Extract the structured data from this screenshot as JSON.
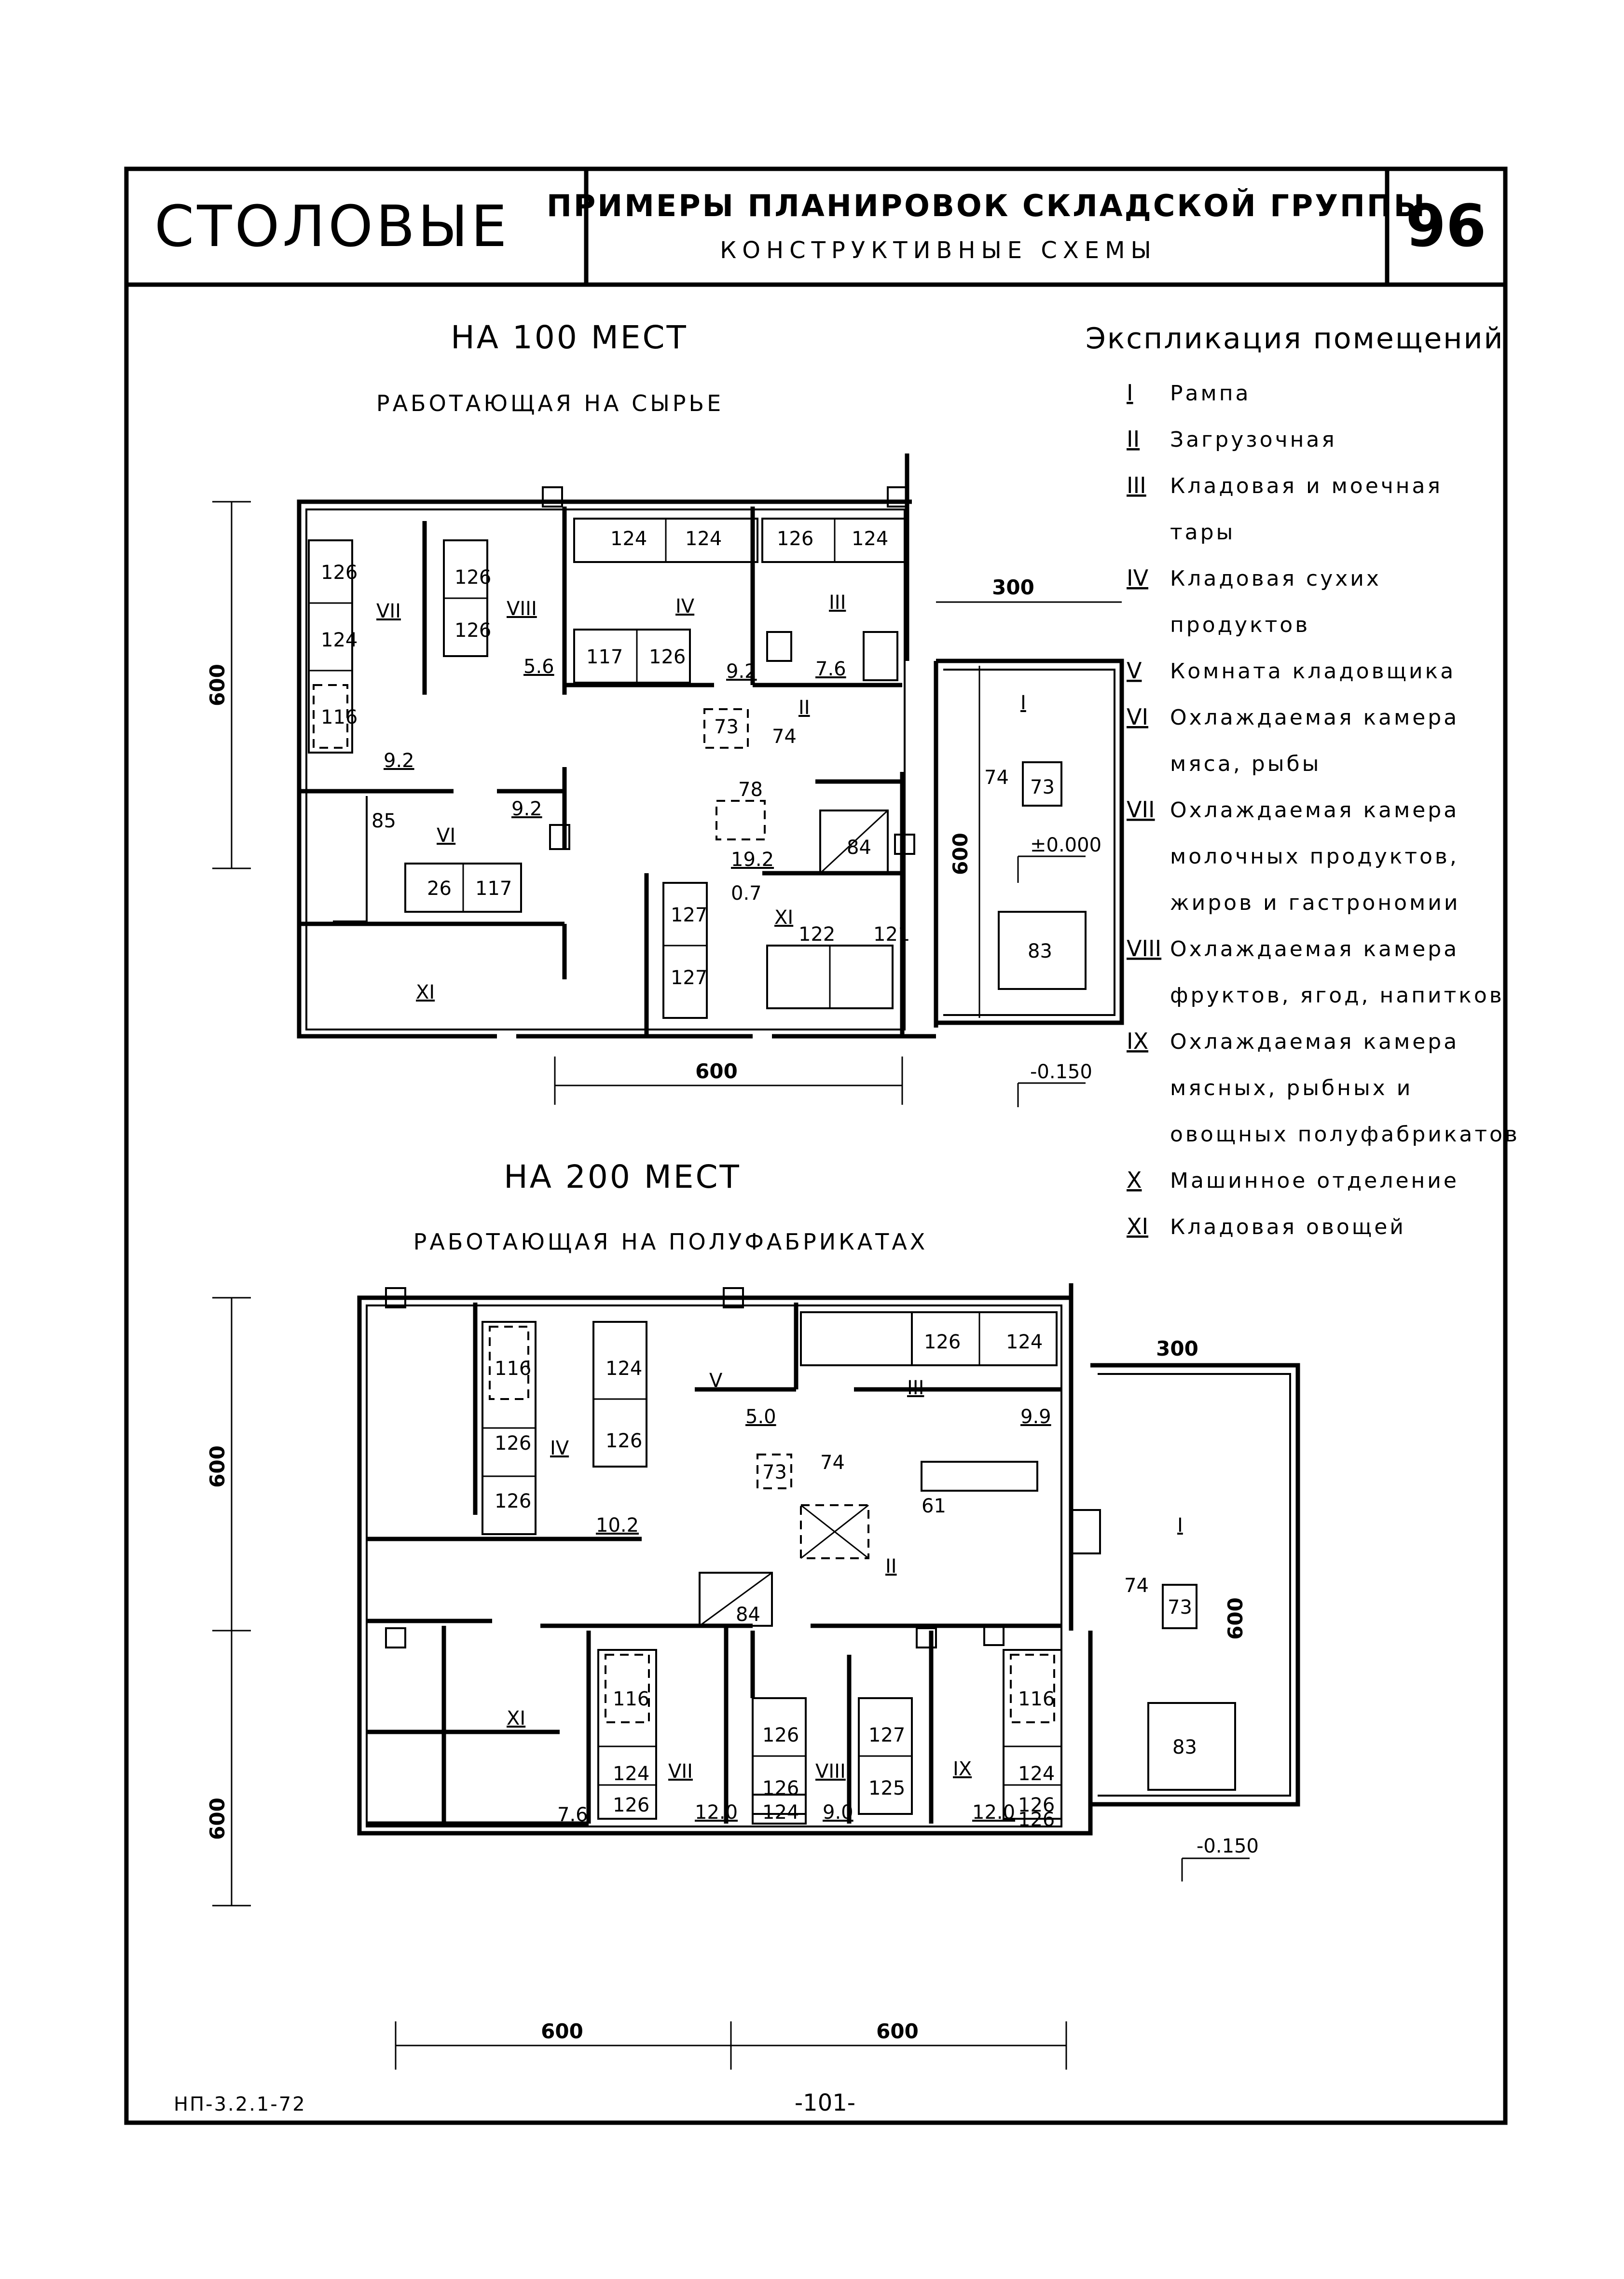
{
  "header": {
    "series": "СТОЛОВЫЕ",
    "title": "ПРИМЕРЫ ПЛАНИРОВОК СКЛАДСКОЙ ГРУППЫ",
    "subtitle": "КОНСТРУКТИВНЫЕ СХЕМЫ",
    "sheet_number": "96"
  },
  "plan1": {
    "title": "НА 100 МЕСТ",
    "subtitle": "РАБОТАЮЩАЯ НА СЫРЬЕ",
    "dims": {
      "height": "600",
      "width": "600",
      "ramp_depth": "300",
      "ramp_height": "600"
    },
    "levels": {
      "floor": "±0.000",
      "ramp": "-0.150"
    },
    "areas": [
      "9.2",
      "5.6",
      "9.2",
      "7.6",
      "9.2",
      "19.2",
      "0.7"
    ],
    "equipment": [
      "126",
      "124",
      "116",
      "126",
      "126",
      "124",
      "124",
      "126",
      "124",
      "117",
      "126",
      "73",
      "74",
      "78",
      "84",
      "85",
      "26",
      "117",
      "127",
      "127",
      "122",
      "121",
      "74",
      "73",
      "83"
    ],
    "rooms": [
      "VII",
      "VIII",
      "IV",
      "III",
      "II",
      "I",
      "VI",
      "XI",
      "XI"
    ]
  },
  "plan2": {
    "title": "НА 200 МЕСТ",
    "subtitle": "РАБОТАЮЩАЯ НА ПОЛУФАБРИКАТАХ",
    "dims": {
      "height_top": "600",
      "height_bottom": "600",
      "width_left": "600",
      "width_right": "600",
      "ramp_depth": "300",
      "ramp_height": "600"
    },
    "levels": {
      "ramp": "-0.150"
    },
    "areas": [
      "5.0",
      "9.9",
      "10.2",
      "7.6",
      "12.0",
      "9.0",
      "12.0"
    ],
    "equipment": [
      "116",
      "126",
      "126",
      "124",
      "126",
      "126",
      "124",
      "73",
      "74",
      "61",
      "84",
      "74",
      "73",
      "83",
      "116",
      "124",
      "126",
      "126",
      "126",
      "124",
      "127",
      "125",
      "116",
      "124",
      "126",
      "126"
    ],
    "rooms": [
      "V",
      "III",
      "IV",
      "I",
      "II",
      "XI",
      "VII",
      "VIII",
      "IX"
    ]
  },
  "legend": {
    "title": "Экспликация помещений",
    "items": [
      {
        "num": "I",
        "lines": [
          "Рампа"
        ]
      },
      {
        "num": "II",
        "lines": [
          "Загрузочная"
        ]
      },
      {
        "num": "III",
        "lines": [
          "Кладовая и моечная",
          "тары"
        ]
      },
      {
        "num": "IV",
        "lines": [
          "Кладовая сухих",
          "продуктов"
        ]
      },
      {
        "num": "V",
        "lines": [
          "Комната кладовщика"
        ]
      },
      {
        "num": "VI",
        "lines": [
          "Охлаждаемая камера",
          "мяса, рыбы"
        ]
      },
      {
        "num": "VII",
        "lines": [
          "Охлаждаемая камера",
          "молочных продуктов,",
          "жиров и гастрономии"
        ]
      },
      {
        "num": "VIII",
        "lines": [
          "Охлаждаемая камера",
          "фруктов, ягод, напитков"
        ]
      },
      {
        "num": "IX",
        "lines": [
          "Охлаждаемая камера",
          "мясных, рыбных и",
          "овощных полуфабрикатов"
        ]
      },
      {
        "num": "X",
        "lines": [
          "Машинное отделение"
        ]
      },
      {
        "num": "XI",
        "lines": [
          "Кладовая овощей"
        ]
      }
    ]
  },
  "footer": {
    "code": "НП-3.2.1-72",
    "page": "-101-"
  }
}
